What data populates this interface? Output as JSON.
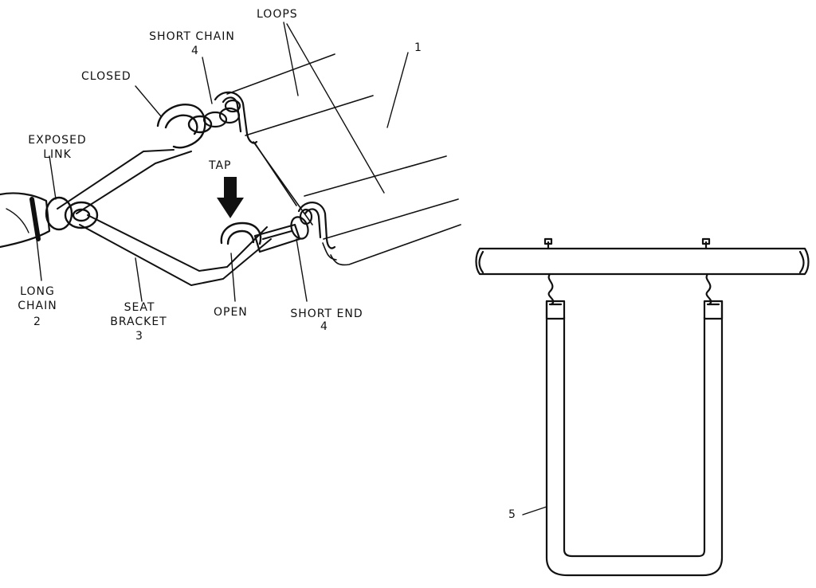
{
  "labels": {
    "loops": "LOOPS",
    "short_chain": "SHORT CHAIN",
    "short_chain_num": "4",
    "closed": "CLOSED",
    "exposed": "EXPOSED",
    "link": "LINK",
    "tap": "TAP",
    "part_1": "1",
    "long": "LONG",
    "chain": "CHAIN",
    "long_chain_num": "2",
    "seat": "SEAT",
    "bracket": "BRACKET",
    "seat_bracket_num": "3",
    "open": "OPEN",
    "short_end": "SHORT END",
    "short_end_num": "4",
    "part_5": "5"
  },
  "colors": {
    "ink": "#111111",
    "background": "#ffffff"
  }
}
